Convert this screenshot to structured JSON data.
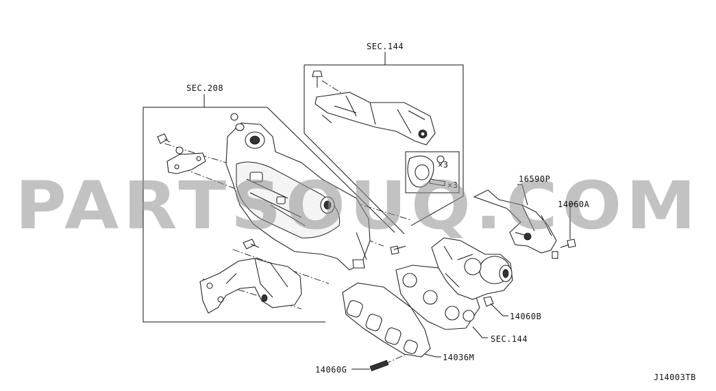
{
  "diagram": {
    "watermark": "PARTSOUQ.COM",
    "diagram_code": "J14003TB",
    "section_labels": [
      "SEC.208",
      "SEC.144",
      "SEC.144"
    ],
    "part_labels": [
      "16590P",
      "14060A",
      "14060B",
      "14036M",
      "14060G"
    ],
    "quantity_labels": [
      "×3",
      "×3"
    ]
  }
}
